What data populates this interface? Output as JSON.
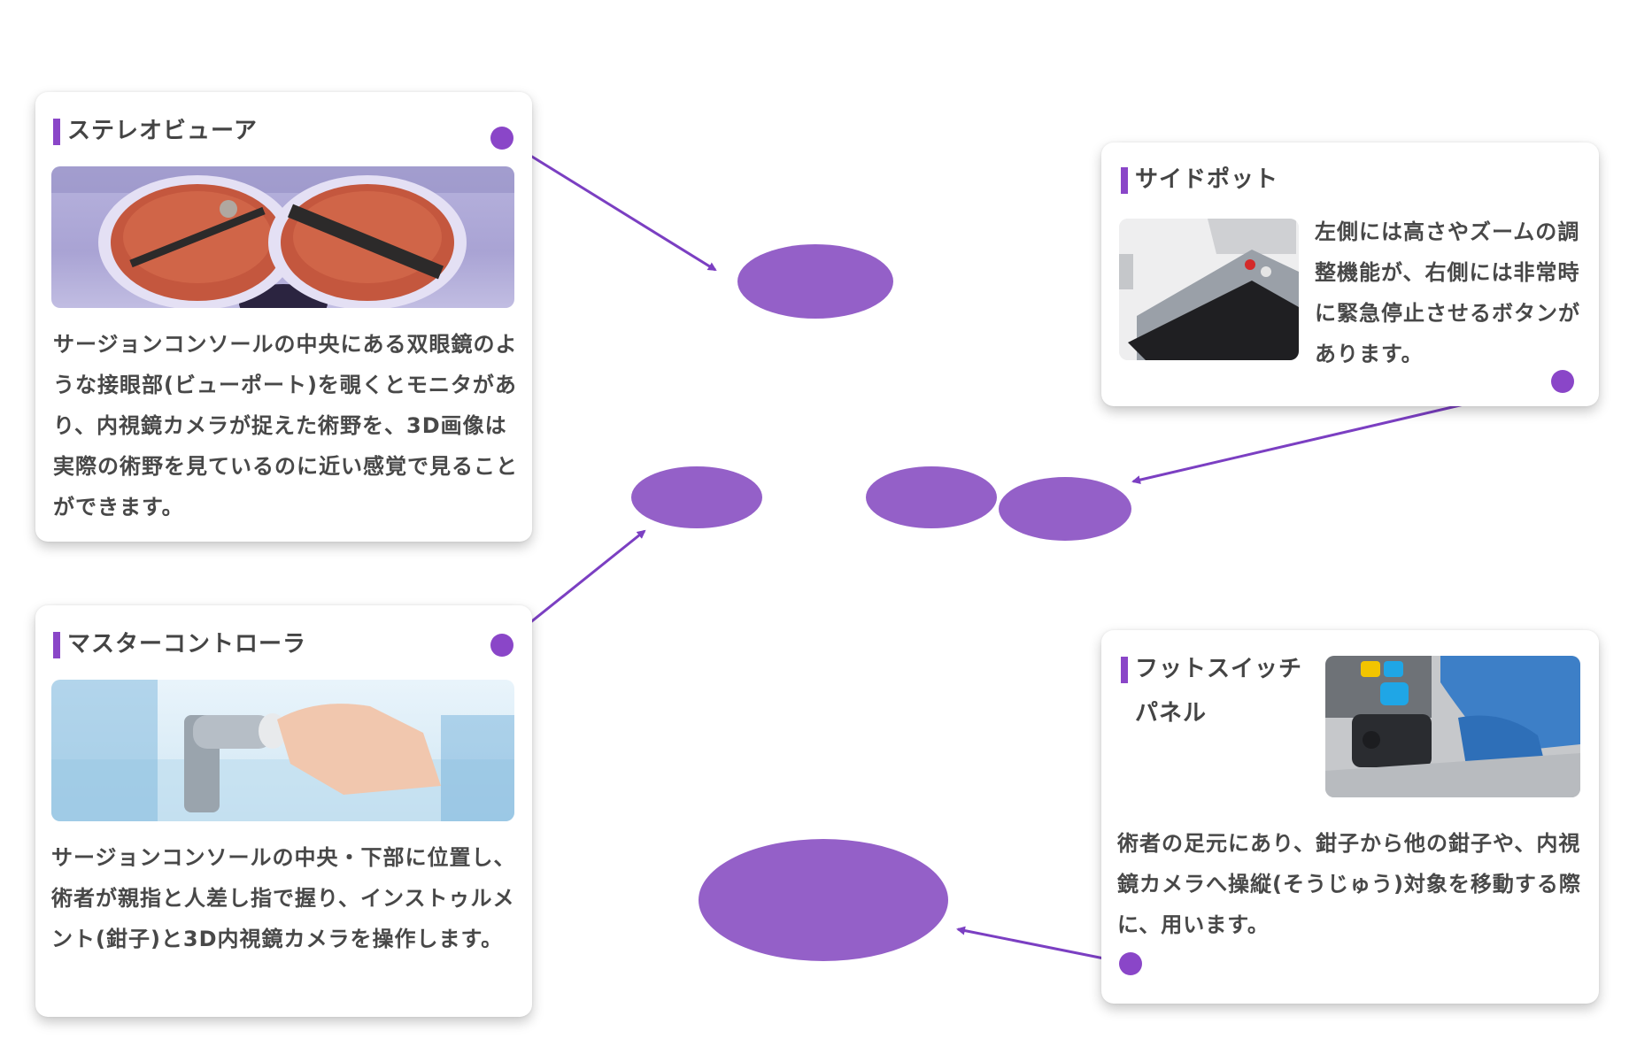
{
  "colors": {
    "accent": "#8a46c8",
    "blob": "#9460c8"
  },
  "cards": {
    "stereo_viewer": {
      "title": "ステレオビューア",
      "text": "サージョンコンソールの中央にある双眼鏡のような接眼部(ビューポート)を覗くとモニタがあり、内視鏡カメラが捉えた術野を、3D画像は実際の術野を見ているのに近い感覚で見ることができます。"
    },
    "side_pod": {
      "title": "サイドポット",
      "text": "左側には高さやズームの調整機能が、右側には非常時に緊急停止させるボタンがあります。"
    },
    "master_controller": {
      "title": "マスターコントローラ",
      "text": "サージョンコンソールの中央・下部に位置し、術者が親指と人差し指で握り、インストゥルメント(鉗子)と3D内視鏡カメラを操作します。"
    },
    "foot_switch": {
      "title_line1": "フットスイッチ",
      "title_line2": "パネル",
      "text": "術者の足元にあり、鉗子から他の鉗子や、内視鏡カメラへ操縦(そうじゅう)対象を移動する際に、用います。"
    }
  }
}
